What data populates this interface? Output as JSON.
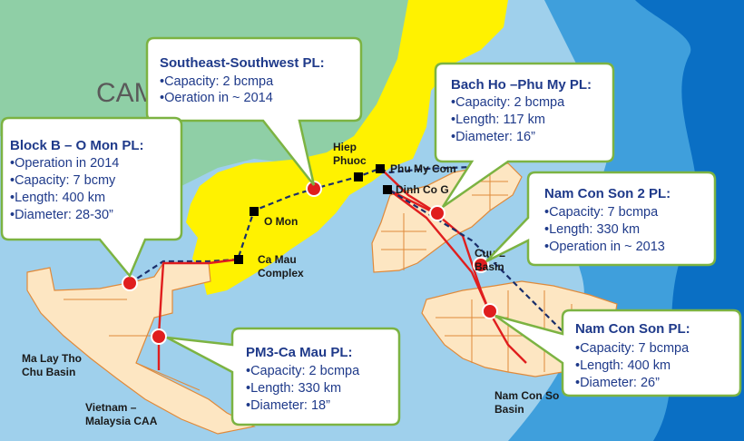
{
  "colors": {
    "sea_light": "#9fd0ec",
    "sea_mid": "#3f9fdc",
    "sea_deep": "#0a6fc4",
    "land_green": "#8fcfa6",
    "land_yellow": "#fff200",
    "block_fill": "#fde6c2",
    "block_stroke": "#e08a3a",
    "pipeline_red": "#e01e1e",
    "pipeline_dashed": "#1a2f6b",
    "callout_border": "#7cb342",
    "callout_text": "#1f3a8a"
  },
  "map": {
    "country_label": "CAM",
    "places": {
      "hiep_phuoc": [
        "Hiep",
        "Phuoc"
      ],
      "phu_my": "Phu My Com",
      "dinh_co": "Dinh Co G",
      "o_mon": "O Mon",
      "ca_mau": [
        "Ca Mau",
        "Complex"
      ],
      "cuu_long": [
        "Cuu L",
        "Basin"
      ],
      "ma_lay_tho": [
        "Ma Lay Tho",
        "Chu Basin"
      ],
      "vietnam_malaysia": [
        "Vietnam –",
        "Malaysia CAA"
      ],
      "nam_con_son_basin": [
        "Nam Con So",
        "Basin"
      ]
    }
  },
  "callouts": {
    "southeast_southwest": {
      "title": "Southeast-Southwest PL:",
      "lines": [
        "•Capacity: 2 bcmpa",
        "•Oeration in ~ 2014"
      ]
    },
    "block_b": {
      "title": "Block B – O Mon PL:",
      "lines": [
        "•Operation in 2014",
        "•Capacity: 7 bcmy",
        "•Length: 400 km",
        "•Diameter: 28-30”"
      ]
    },
    "bach_ho": {
      "title": "Bach Ho –Phu My PL:",
      "lines": [
        "•Capacity: 2 bcmpa",
        "•Length: 117 km",
        "•Diameter: 16”"
      ]
    },
    "nam_con_son_2": {
      "title": "Nam Con Son 2 PL:",
      "lines": [
        "•Capacity: 7 bcmpa",
        "•Length: 330 km",
        "•Operation in ~ 2013"
      ]
    },
    "nam_con_son": {
      "title": "Nam Con Son PL:",
      "lines": [
        "•Capacity: 7 bcmpa",
        "•Length: 400 km",
        "•Diameter: 26”"
      ]
    },
    "pm3_ca_mau": {
      "title": "PM3-Ca Mau PL:",
      "lines": [
        "•Capacity: 2 bcmpa",
        "•Length: 330 km",
        "•Diameter: 18”"
      ]
    }
  }
}
